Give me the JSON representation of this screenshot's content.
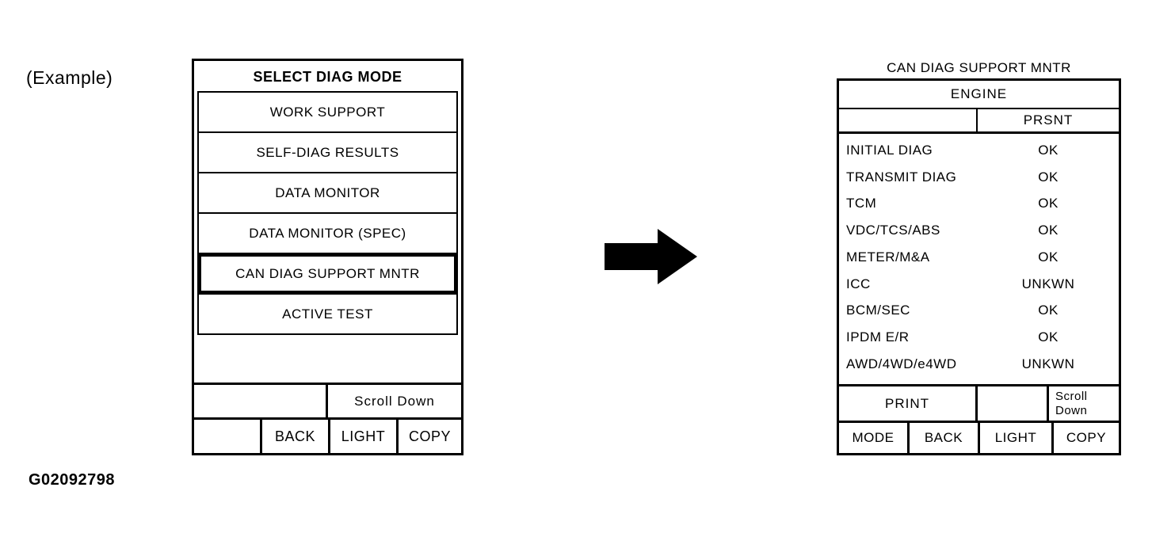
{
  "example_label": "(Example)",
  "figure_id": "G02092798",
  "colors": {
    "ink": "#000000",
    "paper": "#ffffff"
  },
  "left_screen": {
    "title": "SELECT DIAG MODE",
    "menu_items": [
      {
        "label": "WORK SUPPORT",
        "selected": false
      },
      {
        "label": "SELF-DIAG RESULTS",
        "selected": false
      },
      {
        "label": "DATA MONITOR",
        "selected": false
      },
      {
        "label": "DATA MONITOR (SPEC)",
        "selected": false
      },
      {
        "label": "CAN DIAG SUPPORT MNTR",
        "selected": true
      },
      {
        "label": "ACTIVE TEST",
        "selected": false
      }
    ],
    "scroll_label": "Scroll Down",
    "footer_buttons": [
      "",
      "BACK",
      "LIGHT",
      "COPY"
    ]
  },
  "right_screen": {
    "title": "CAN DIAG SUPPORT MNTR",
    "system": "ENGINE",
    "column_header": "PRSNT",
    "rows": [
      {
        "item": "INITIAL DIAG",
        "status": "OK"
      },
      {
        "item": "TRANSMIT DIAG",
        "status": "OK"
      },
      {
        "item": "TCM",
        "status": "OK"
      },
      {
        "item": "VDC/TCS/ABS",
        "status": "OK"
      },
      {
        "item": "METER/M&A",
        "status": "OK"
      },
      {
        "item": "ICC",
        "status": "UNKWN"
      },
      {
        "item": "BCM/SEC",
        "status": "OK"
      },
      {
        "item": "IPDM E/R",
        "status": "OK"
      },
      {
        "item": "AWD/4WD/e4WD",
        "status": "UNKWN"
      }
    ],
    "print_label": "PRINT",
    "scroll_label": "Scroll Down",
    "footer_buttons": [
      "MODE",
      "BACK",
      "LIGHT",
      "COPY"
    ]
  }
}
